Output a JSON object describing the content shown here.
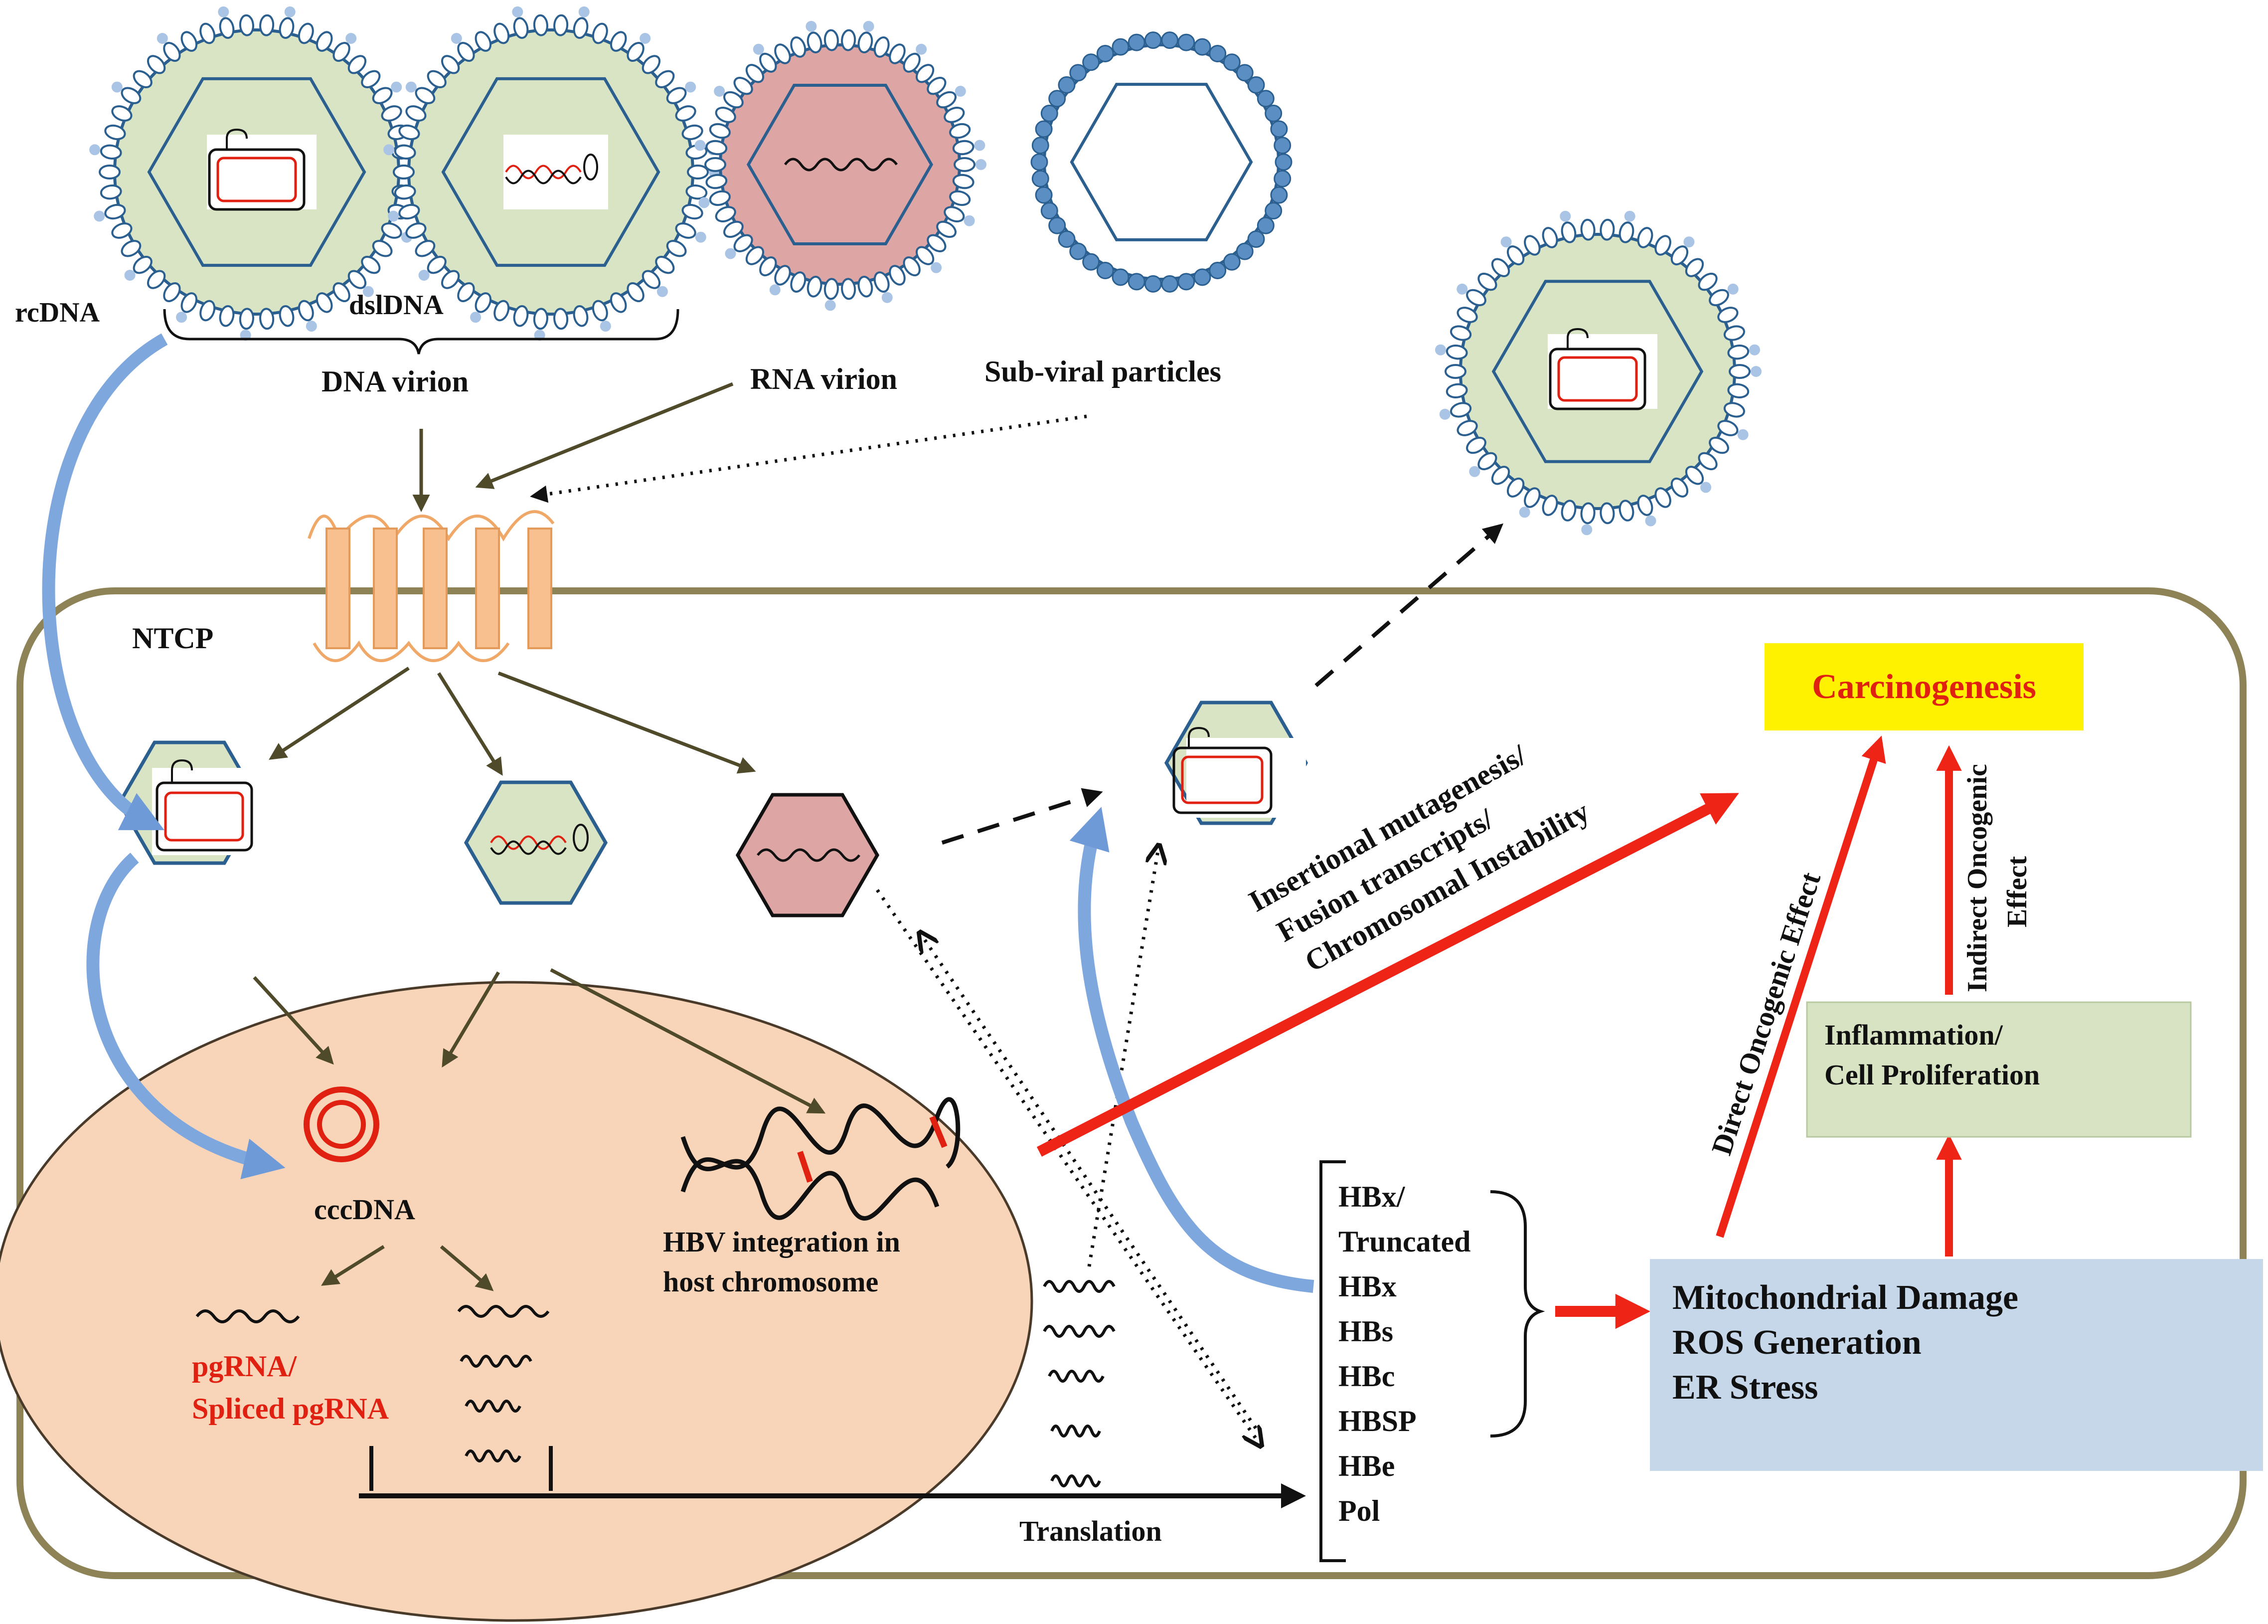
{
  "labels": {
    "rcdna": "rcDNA",
    "dsldna": "dslDNA",
    "dna_virion": "DNA virion",
    "rna_virion": "RNA virion",
    "subviral": "Sub-viral particles",
    "ntcp": "NTCP",
    "cccdna": "cccDNA",
    "pgrna_line1": "pgRNA/",
    "pgrna_line2": "Spliced pgRNA",
    "hbv_int_line1": "HBV integration in",
    "hbv_int_line2": "host chromosome",
    "translation": "Translation",
    "carcinogenesis": "Carcinogenesis",
    "insertional_line1": "Insertional mutagenesis/",
    "insertional_line2": "Fusion transcripts/",
    "insertional_line3": "Chromosomal Instability",
    "direct_effect": "Direct Oncogenic Effect",
    "indirect_line1": "Indirect Oncogenic",
    "indirect_line2": "Effect",
    "inflammation_line1": "Inflammation/",
    "inflammation_line2": "Cell Proliferation",
    "mito_line1": "Mitochondrial Damage",
    "mito_line2": "ROS Generation",
    "mito_line3": "ER Stress"
  },
  "proteins": [
    "HBx/",
    "Truncated",
    "HBx",
    "HBs",
    "HBc",
    "HBSP",
    "HBe",
    "Pol"
  ],
  "colors": {
    "envelope_blue": "#2a5f8f",
    "bead_blue": "#5b8fc4",
    "capsid_green": "#d8e4c4",
    "capsid_pink": "#dda6a4",
    "nucleus_fill": "#f8d5b8",
    "cell_border": "#8d8356",
    "arrow_olive": "#4f4a2a",
    "arrow_red": "#ee2417",
    "arrow_lightblue": "#7ea7de",
    "carcinogenesis_box": "#fff200",
    "inflammation_box": "#d7e3c3",
    "mito_box": "#c6d7ea",
    "ntcp_orange": "#f7c08e"
  }
}
